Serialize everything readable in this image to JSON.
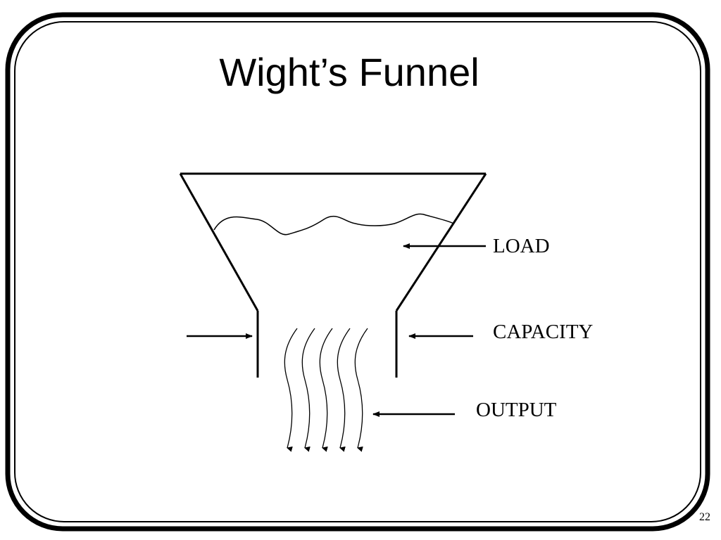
{
  "slide": {
    "title": "Wight’s Funnel",
    "page_number": "22"
  },
  "diagram": {
    "labels": {
      "load": "LOAD",
      "capacity": "CAPACITY",
      "output": "OUTPUT"
    },
    "output_stream_count": 5
  }
}
